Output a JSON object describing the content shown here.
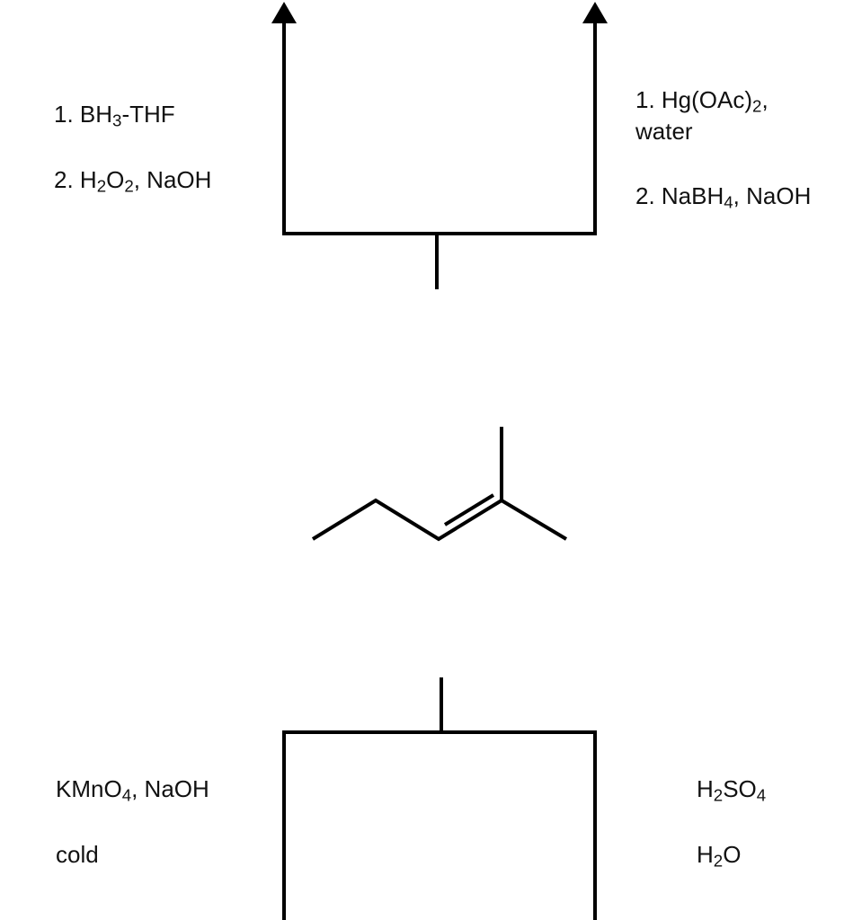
{
  "reaction_scheme": {
    "top_left": {
      "step1": {
        "pre": "1. BH",
        "sub": "3",
        "post": "-THF"
      },
      "step2": {
        "p1": "2. H",
        "s1": "2",
        "p2": "O",
        "s2": "2",
        "p3": ", NaOH"
      }
    },
    "top_right": {
      "step1_line1": {
        "pre": "1. Hg(OAc)",
        "sub": "2",
        "post": ","
      },
      "step1_line2": "water",
      "step2": {
        "pre": "2.  NaBH",
        "sub": "4",
        "post": ", NaOH"
      }
    },
    "bottom_left": {
      "line1": {
        "pre": "KMnO",
        "sub": "4",
        "post": ", NaOH"
      },
      "line2": "cold"
    },
    "bottom_right": {
      "line1": {
        "pre": "H",
        "s1": "2",
        "mid": "SO",
        "s2": "4"
      },
      "line2": {
        "pre": "H",
        "sub": "2",
        "post": "O"
      }
    }
  }
}
